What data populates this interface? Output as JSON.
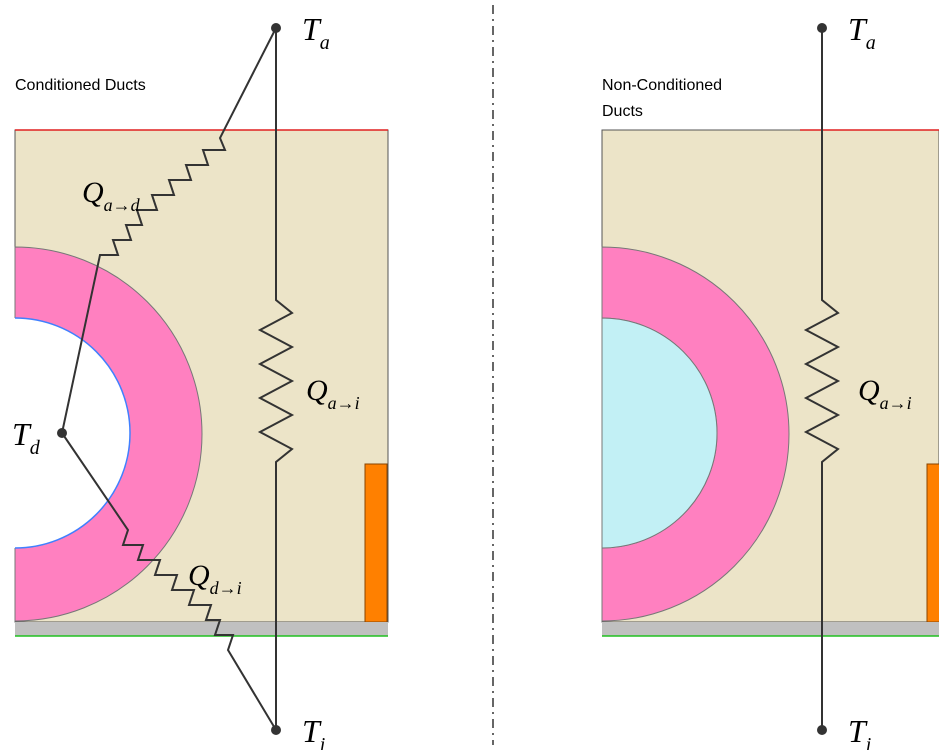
{
  "left_panel": {
    "caption": "Conditioned Ducts",
    "nodes": {
      "attic": {
        "symbol": "T",
        "subscript": "a"
      },
      "duct": {
        "symbol": "T",
        "subscript": "d"
      },
      "interior": {
        "symbol": "T",
        "subscript": "i"
      }
    },
    "flows": {
      "attic_to_duct": {
        "symbol": "Q",
        "subscript": "a→d"
      },
      "attic_to_interior": {
        "symbol": "Q",
        "subscript": "a→i"
      },
      "duct_to_interior": {
        "symbol": "Q",
        "subscript": "d→i"
      }
    }
  },
  "right_panel": {
    "caption_line1": "Non-Conditioned",
    "caption_line2": "Ducts",
    "nodes": {
      "attic": {
        "symbol": "T",
        "subscript": "a"
      },
      "interior": {
        "symbol": "T",
        "subscript": "i"
      }
    },
    "flows": {
      "attic_to_interior": {
        "symbol": "Q",
        "subscript": "a→i"
      }
    }
  },
  "colors": {
    "insulation": "#ece4c8",
    "duct_wall": "#ff80c0",
    "duct_air_non_conditioned": "#c2f0f5",
    "framing": "#ff8000",
    "ceiling_board": "#c0c0c0",
    "roof_line": "#e02020",
    "floor_line": "#20c020",
    "duct_inner_edge": "#4080ff",
    "wire": "#333333"
  }
}
